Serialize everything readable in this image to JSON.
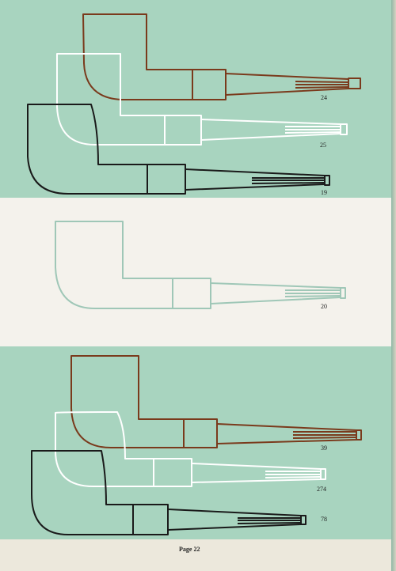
{
  "page": {
    "label": "Page 22"
  },
  "colors": {
    "green_band": "#a8d4bf",
    "white_band": "#f4f2ec",
    "brown_outline": "#7a3a1c",
    "white_outline": "#ffffff",
    "black_outline": "#1a1a1a",
    "pale_outline": "#9fc7b7"
  },
  "pipes": [
    {
      "number": "24",
      "color": "brown"
    },
    {
      "number": "25",
      "color": "white"
    },
    {
      "number": "19",
      "color": "black"
    },
    {
      "number": "20",
      "color": "pale green"
    },
    {
      "number": "39",
      "color": "brown"
    },
    {
      "number": "274",
      "color": "white"
    },
    {
      "number": "78",
      "color": "black"
    }
  ]
}
